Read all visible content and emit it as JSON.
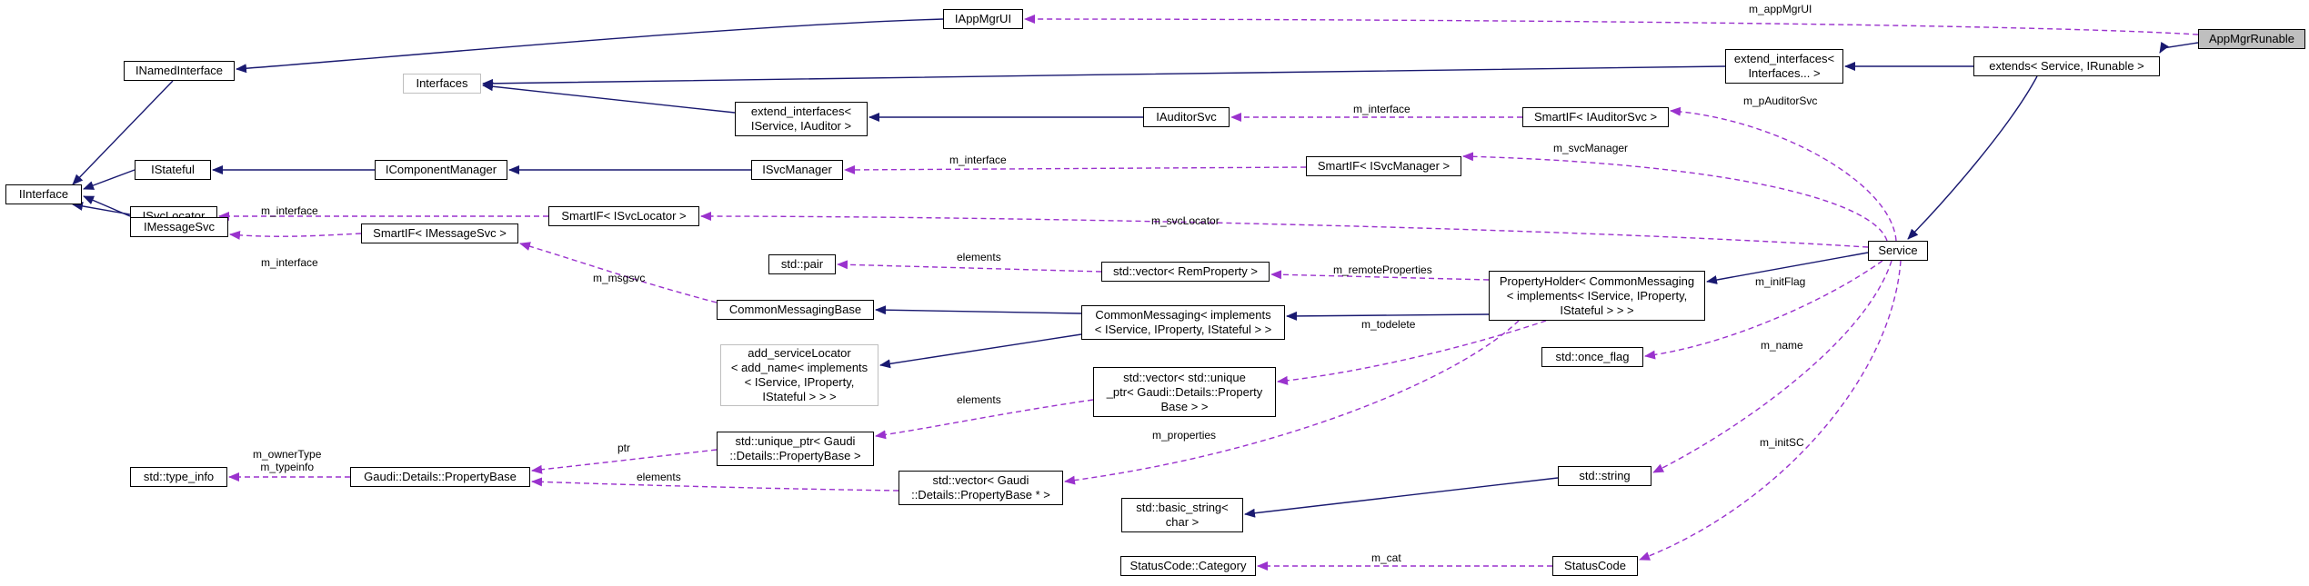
{
  "nodes": {
    "appmgrrunable": "AppMgrRunable",
    "extends_service_irunable": "extends< Service, IRunable >",
    "extend_interfaces_interfaces": "extend_interfaces<\nInterfaces... >",
    "iappmgrui": "IAppMgrUI",
    "inamedinterface": "INamedInterface",
    "interfaces": "Interfaces",
    "extend_interfaces_iservice_iauditor": "extend_interfaces<\nIService, IAuditor >",
    "iauditorsvc": "IAuditorSvc",
    "smartif_iauditorsvc": "SmartIF< IAuditorSvc >",
    "iinterface": "IInterface",
    "istateful": "IStateful",
    "icomponentmanager": "IComponentManager",
    "isvcmanager": "ISvcManager",
    "smartif_isvcmanager": "SmartIF< ISvcManager >",
    "isvclocator": "ISvcLocator",
    "smartif_isvclocator": "SmartIF< ISvcLocator >",
    "service": "Service",
    "imessagesvc": "IMessageSvc",
    "smartif_imessagesvc": "SmartIF< IMessageSvc >",
    "std_pair": "std::pair",
    "std_vector_remproperty": "std::vector< RemProperty >",
    "propertyholder": "PropertyHolder< CommonMessaging\n< implements< IService, IProperty,\nIStateful > > >",
    "commonmessagingbase": "CommonMessagingBase",
    "commonmessaging": "CommonMessaging< implements\n< IService, IProperty, IStateful > >",
    "std_once_flag": "std::once_flag",
    "add_servicelocator": "add_serviceLocator\n< add_name< implements\n< IService, IProperty,\nIStateful > > >",
    "std_vector_unique_ptr": "std::vector< std::unique\n_ptr< Gaudi::Details::Property\nBase > >",
    "std_unique_ptr": "std::unique_ptr< Gaudi\n::Details::PropertyBase >",
    "std_type_info": "std::type_info",
    "gaudi_propertybase": "Gaudi::Details::PropertyBase",
    "std_vector_propertybase_ptr": "std::vector< Gaudi\n::Details::PropertyBase * >",
    "std_string": "std::string",
    "std_basic_string": "std::basic_string<\nchar >",
    "statuscode_category": "StatusCode::Category",
    "statuscode": "StatusCode"
  },
  "edge_labels": {
    "m_appmgrui": "m_appMgrUI",
    "m_pauditorsvc": "m_pAuditorSvc",
    "m_interface_auditor": "m_interface",
    "m_svcmanager": "m_svcManager",
    "m_interface_svcmanager": "m_interface",
    "m_interface_svclocator": "m_interface",
    "m_svclocator": "m_svcLocator",
    "m_interface_msgsvc": "m_interface",
    "m_msgsvc": "m_msgsvc",
    "elements_pair": "elements",
    "m_remoteproperties": "m_remoteProperties",
    "m_initflag": "m_initFlag",
    "m_todelete": "m_todelete",
    "m_name": "m_name",
    "elements_uniqueptr": "elements",
    "ptr": "ptr",
    "m_ownertype": "m_ownerType\nm_typeinfo",
    "elements_propbase": "elements",
    "m_properties": "m_properties",
    "m_initsc": "m_initSC",
    "m_cat": "m_cat"
  },
  "colors": {
    "inheritance_edge": "#191970",
    "usage_edge": "#9a32cd",
    "node_border": "#000000",
    "grey_node_border": "#bfbfbf",
    "focus_node_fill": "#bfbfbf"
  }
}
